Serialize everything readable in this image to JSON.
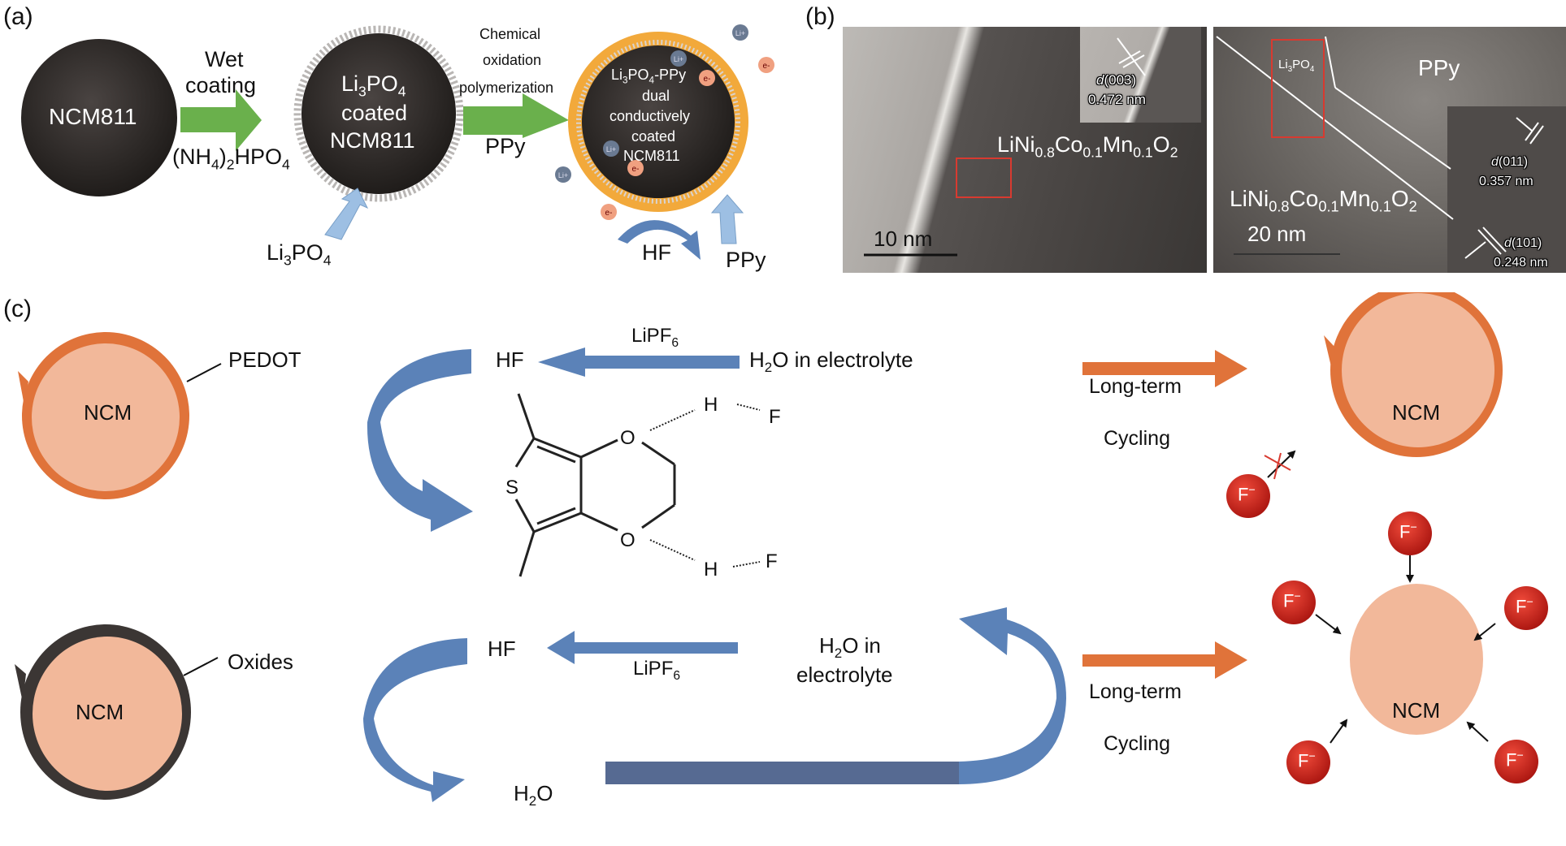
{
  "panel_a": {
    "letter": "(a)",
    "particle1": "NCM811",
    "step1_top1": "Wet",
    "step1_top2": "coating",
    "step1_reagent": "(NH4)2HPO4",
    "particle2_l1": "Li3PO4",
    "particle2_l2": "coated",
    "particle2_l3": "NCM811",
    "li3po4_label": "Li3PO4",
    "step2_top1": "Chemical",
    "step2_top2": "oxidation",
    "step2_top3": "polymerization",
    "step2_reagent": "PPy",
    "particle3_l1": "Li3PO4-PPy",
    "particle3_l2": "dual",
    "particle3_l3": "conductively",
    "particle3_l4": "coated",
    "particle3_l5": "NCM811",
    "hf_label": "HF",
    "ppy_label": "PPy",
    "li_ion": "Li+",
    "electron": "e-",
    "colors": {
      "green_arrow": "#6ab04c",
      "light_blue_arrow": "#9dbfe3",
      "particle": "#262220",
      "coating": "#f2a93b"
    }
  },
  "panel_b": {
    "letter": "(b)",
    "left": {
      "inset_plane": "d(003)",
      "inset_spacing": "0.472 nm",
      "material": "LiNi0.8Co0.1Mn0.1O2",
      "scale_bar": "10 nm"
    },
    "right": {
      "li3po4_label": "Li3PO4",
      "ppy_label": "PPy",
      "material": "LiNi0.8Co0.1Mn0.1O2",
      "scale_bar": "20 nm",
      "inset_plane1": "d(011)",
      "inset_spacing1": "0.357 nm",
      "inset_plane2": "d(101)",
      "inset_spacing2": "0.248 nm"
    }
  },
  "panel_c": {
    "letter": "(c)",
    "top": {
      "particle": "NCM",
      "coating_label": "PEDOT",
      "hf": "HF",
      "lipf6": "LiPF6",
      "h2o_electrolyte": "H2O in electrolyte",
      "molecule_atoms": {
        "s": "S",
        "o1": "O",
        "o2": "O",
        "h1": "H",
        "f1": "F",
        "h2": "H",
        "f2": "F"
      },
      "arrow_top": "Long-term",
      "arrow_bottom": "Cycling",
      "result_particle": "NCM",
      "fluoride": "F-"
    },
    "bottom": {
      "particle": "NCM",
      "coating_label": "Oxides",
      "hf": "HF",
      "lipf6": "LiPF6",
      "h2o_in": "H2O in",
      "electrolyte": "electrolyte",
      "h2o": "H2O",
      "arrow_top": "Long-term",
      "arrow_bottom": "Cycling",
      "result_particle": "NCM",
      "fluoride": "F-"
    },
    "colors": {
      "ncm_fill": "#f2b89a",
      "pedot": "#e0733a",
      "oxides": "#3b3634",
      "blue_arrow": "#5b82b8",
      "orange_arrow": "#e0733a",
      "fluoride": "#d42a22"
    }
  }
}
